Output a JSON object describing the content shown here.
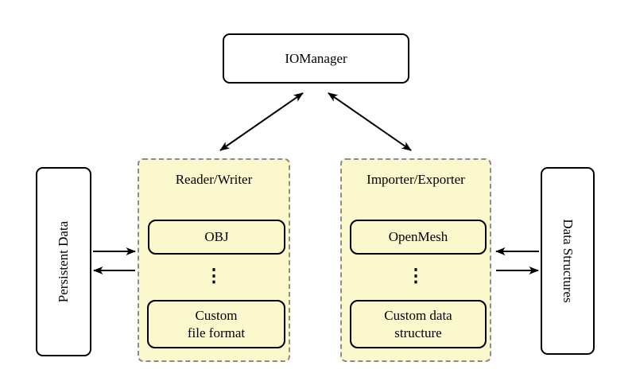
{
  "diagram": {
    "io_manager": "IOManager",
    "persistent_data": "Persistent Data",
    "data_structures": "Data Structures",
    "reader_writer": {
      "title": "Reader/Writer",
      "ellipsis": "⋮",
      "items": [
        "OBJ",
        "Custom\nfile format"
      ]
    },
    "importer_exporter": {
      "title": "Importer/Exporter",
      "ellipsis": "⋮",
      "items": [
        "OpenMesh",
        "Custom data\nstructure"
      ]
    },
    "colors": {
      "group_fill": "#fbf8cd",
      "group_border": "#8c8c8c",
      "box_border": "#000000",
      "arrow": "#000000"
    }
  }
}
